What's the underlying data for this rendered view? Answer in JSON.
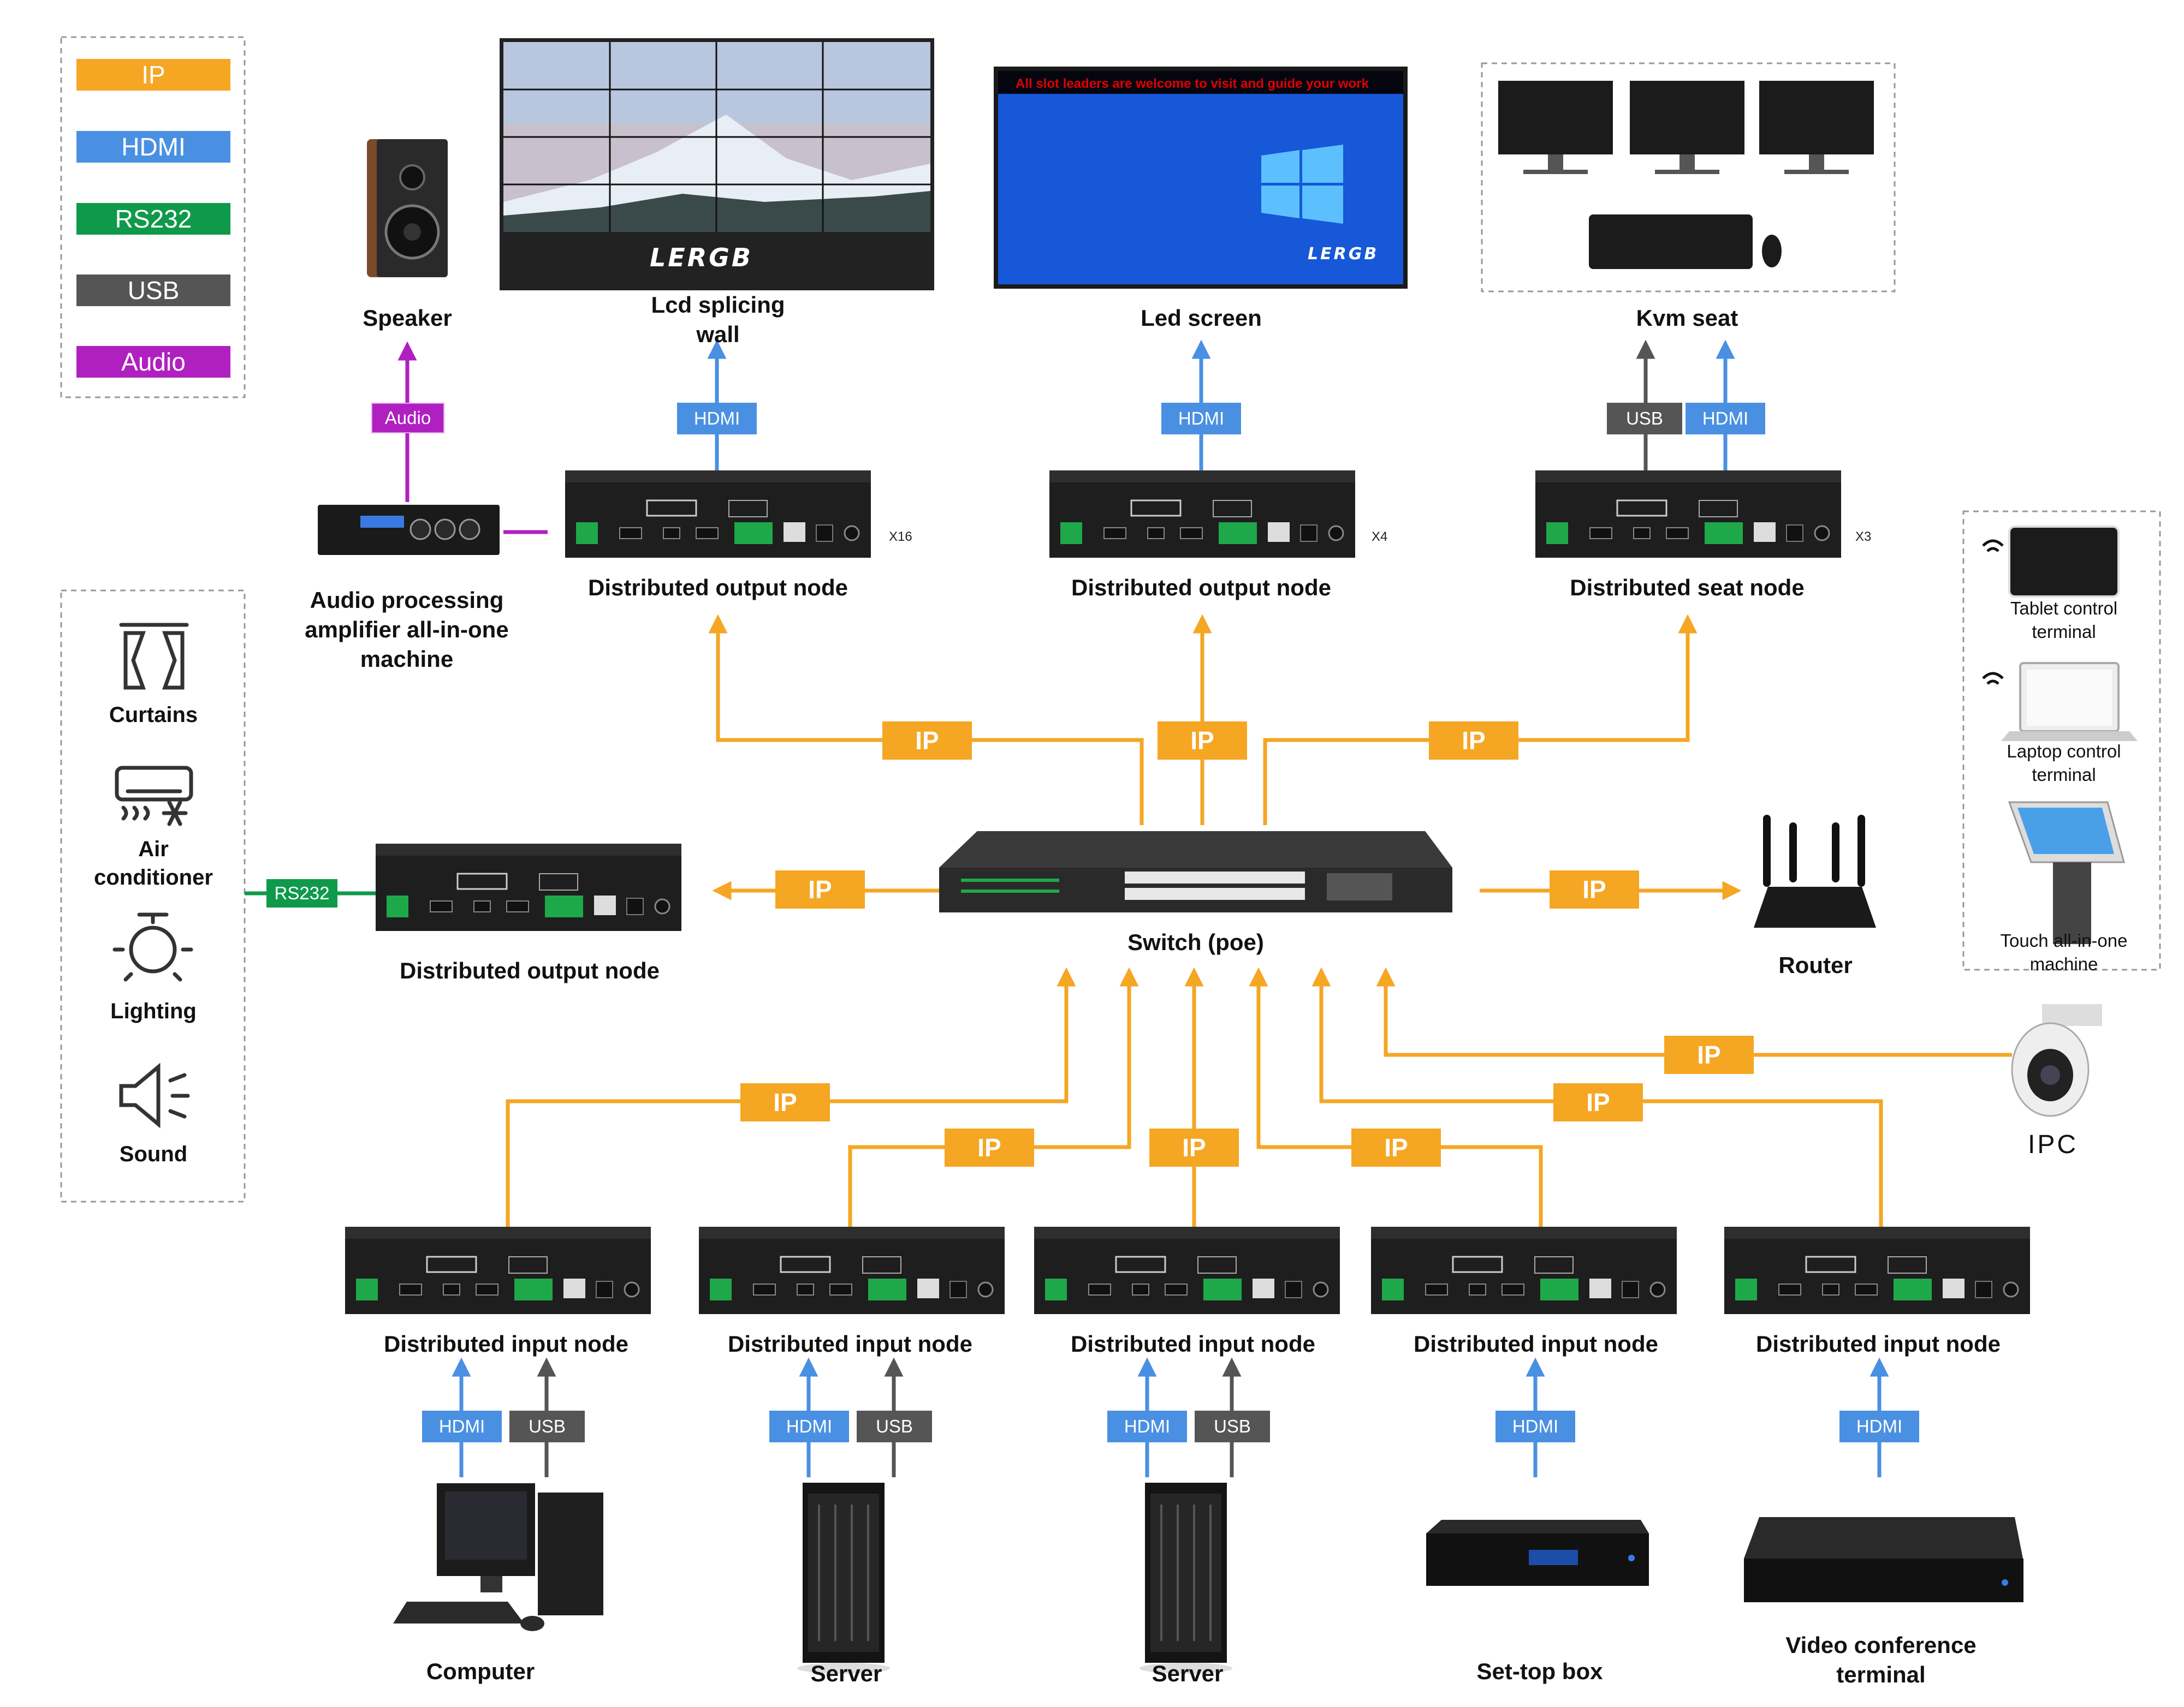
{
  "legend": [
    {
      "label": "IP",
      "color": "#f5a623"
    },
    {
      "label": "HDMI",
      "color": "#4a90e2"
    },
    {
      "label": "RS232",
      "color": "#0e9a4a"
    },
    {
      "label": "USB",
      "color": "#555555"
    },
    {
      "label": "Audio",
      "color": "#b020c0"
    }
  ],
  "colors": {
    "ip": "#f5a623",
    "hdmi": "#4a90e2",
    "usb": "#555555",
    "rs232": "#0e9a4a",
    "audio": "#b020c0"
  },
  "devices": {
    "speaker": "Speaker",
    "lcd_wall": "Lcd splicing wall",
    "led_screen": "Led screen",
    "kvm_seat": "Kvm seat",
    "audio_amp": "Audio processing amplifier all-in-one machine",
    "output_node": "Distributed output node",
    "seat_node": "Distributed seat node",
    "switch": "Switch (poe)",
    "router": "Router",
    "input_node": "Distributed input node",
    "computer": "Computer",
    "server": "Server",
    "settop": "Set-top box",
    "video_conf": "Video conference terminal",
    "ipc": "IPC"
  },
  "multipliers": {
    "lcd": "X16",
    "led": "X4",
    "kvm": "X3"
  },
  "led_banner": "All slot leaders are welcome to visit and guide your work",
  "brand": "LERGB",
  "controlled": [
    {
      "label": "Curtains",
      "icon": "curtains-icon"
    },
    {
      "label": "Air conditioner",
      "icon": "air-conditioner-icon"
    },
    {
      "label": "Lighting",
      "icon": "lighting-icon"
    },
    {
      "label": "Sound",
      "icon": "sound-icon"
    }
  ],
  "control_terminals": [
    {
      "label": "Tablet control terminal",
      "icon": "tablet-icon"
    },
    {
      "label": "Laptop control terminal",
      "icon": "laptop-icon"
    },
    {
      "label": "Touch all-in-one machine",
      "icon": "kiosk-icon"
    }
  ],
  "tags": {
    "ip": "IP",
    "hdmi": "HDMI",
    "usb": "USB",
    "rs232": "RS232",
    "audio": "Audio"
  }
}
